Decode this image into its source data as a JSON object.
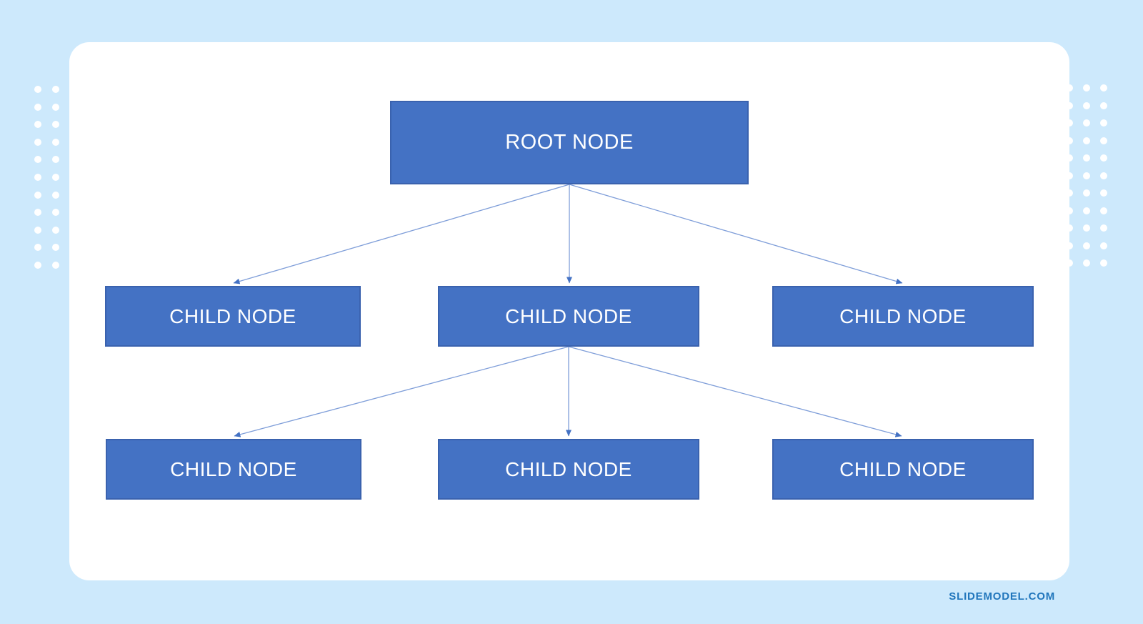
{
  "page": {
    "background_color": "#cde9fc",
    "card_color": "#ffffff",
    "watermark": "SLIDEMODEL.COM",
    "watermark_color": "#2176bc"
  },
  "diagram": {
    "type": "tree",
    "node_fill": "#4472c4",
    "node_border": "#3a62ae",
    "node_text_color": "#ffffff",
    "connector_color": "#7f9ed9",
    "root": {
      "label": "ROOT NODE"
    },
    "level1": [
      {
        "label": "CHILD NODE"
      },
      {
        "label": "CHILD NODE"
      },
      {
        "label": "CHILD NODE"
      }
    ],
    "level2": [
      {
        "label": "CHILD NODE"
      },
      {
        "label": "CHILD NODE"
      },
      {
        "label": "CHILD NODE"
      }
    ],
    "edges": [
      {
        "from": "root",
        "to": "level1-0"
      },
      {
        "from": "root",
        "to": "level1-1"
      },
      {
        "from": "root",
        "to": "level1-2"
      },
      {
        "from": "level1-1",
        "to": "level2-0"
      },
      {
        "from": "level1-1",
        "to": "level2-1"
      },
      {
        "from": "level1-1",
        "to": "level2-2"
      }
    ]
  },
  "decorations": {
    "left_dots": {
      "columns": 2,
      "rows": 11,
      "col_step": 25,
      "row_step": 24.6
    },
    "right_dots": {
      "columns": 3,
      "rows": 11,
      "col_step": 24,
      "row_step": 24.5
    },
    "dot_color": "#ffffff"
  }
}
